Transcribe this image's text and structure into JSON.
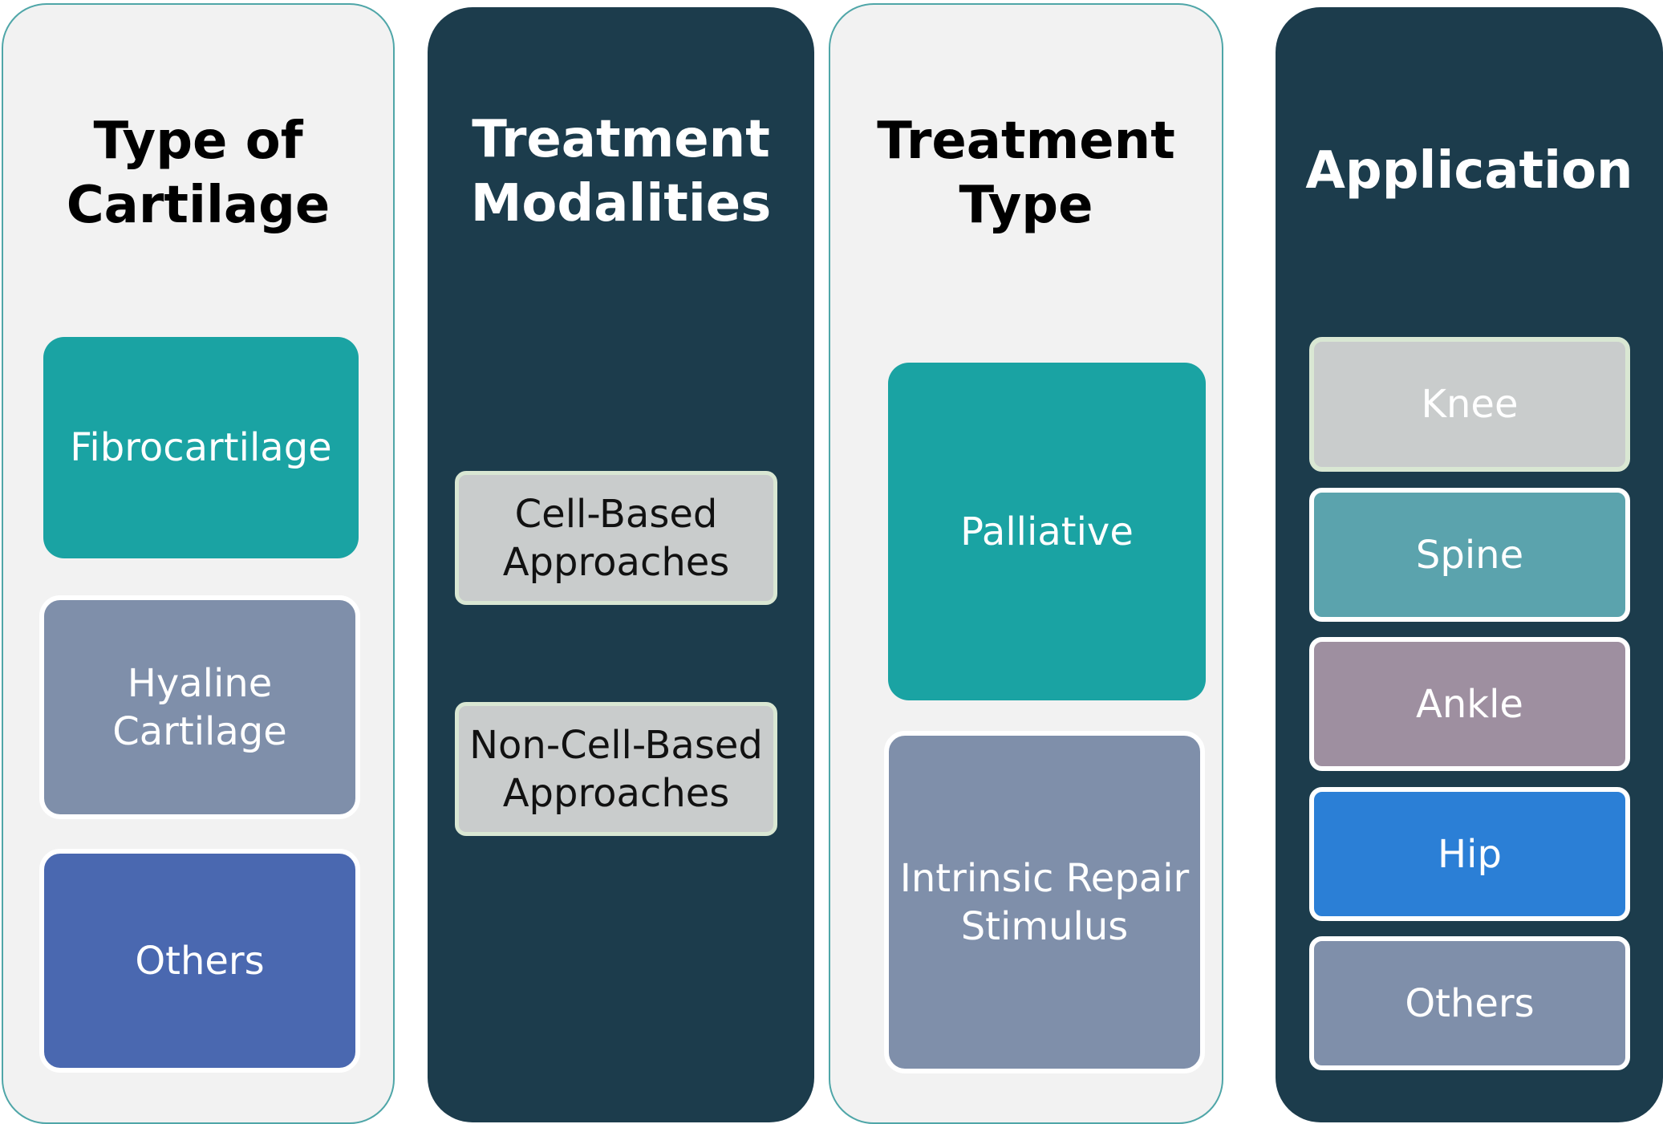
{
  "columns": [
    {
      "title": "Type of\nCartilage",
      "items": [
        {
          "label": "Fibrocartilage",
          "color": "#1aa3a3"
        },
        {
          "label": "Hyaline\nCartilage",
          "color": "#7f8faa"
        },
        {
          "label": "Others",
          "color": "#4a68b0"
        }
      ]
    },
    {
      "title": "Treatment\nModalities",
      "items": [
        {
          "label": "Cell-Based\nApproaches",
          "color": "#c9cccc"
        },
        {
          "label": "Non-Cell-Based\nApproaches",
          "color": "#c9cccc"
        }
      ]
    },
    {
      "title": "Treatment\nType",
      "items": [
        {
          "label": "Palliative",
          "color": "#1aa3a3"
        },
        {
          "label": "Intrinsic Repair\nStimulus",
          "color": "#7f8faa"
        }
      ]
    },
    {
      "title": "Application",
      "items": [
        {
          "label": "Knee",
          "color": "#c9cccc"
        },
        {
          "label": "Spine",
          "color": "#5ba3ad"
        },
        {
          "label": "Ankle",
          "color": "#9e8fa0"
        },
        {
          "label": "Hip",
          "color": "#2b7fd6"
        },
        {
          "label": "Others",
          "color": "#7f8faa"
        }
      ]
    }
  ]
}
